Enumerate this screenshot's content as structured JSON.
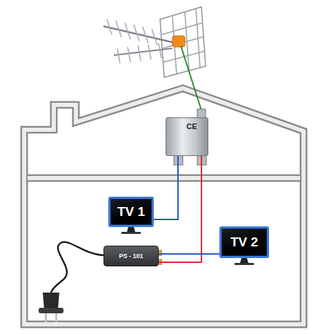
{
  "diagram": {
    "nodes": [
      {
        "text": [
          "CE"
        ]
      },
      {
        "text": [
          "TV 1"
        ]
      },
      {
        "text": [
          "TV 2"
        ]
      },
      {
        "text": [
          "PS - 101"
        ]
      }
    ],
    "edges": [
      {
        "from": 0,
        "to": 1,
        "arrow": "none"
      },
      {
        "from": 0,
        "to": 3,
        "arrow": "none"
      },
      {
        "from": 3,
        "to": 2,
        "arrow": "none"
      }
    ]
  }
}
